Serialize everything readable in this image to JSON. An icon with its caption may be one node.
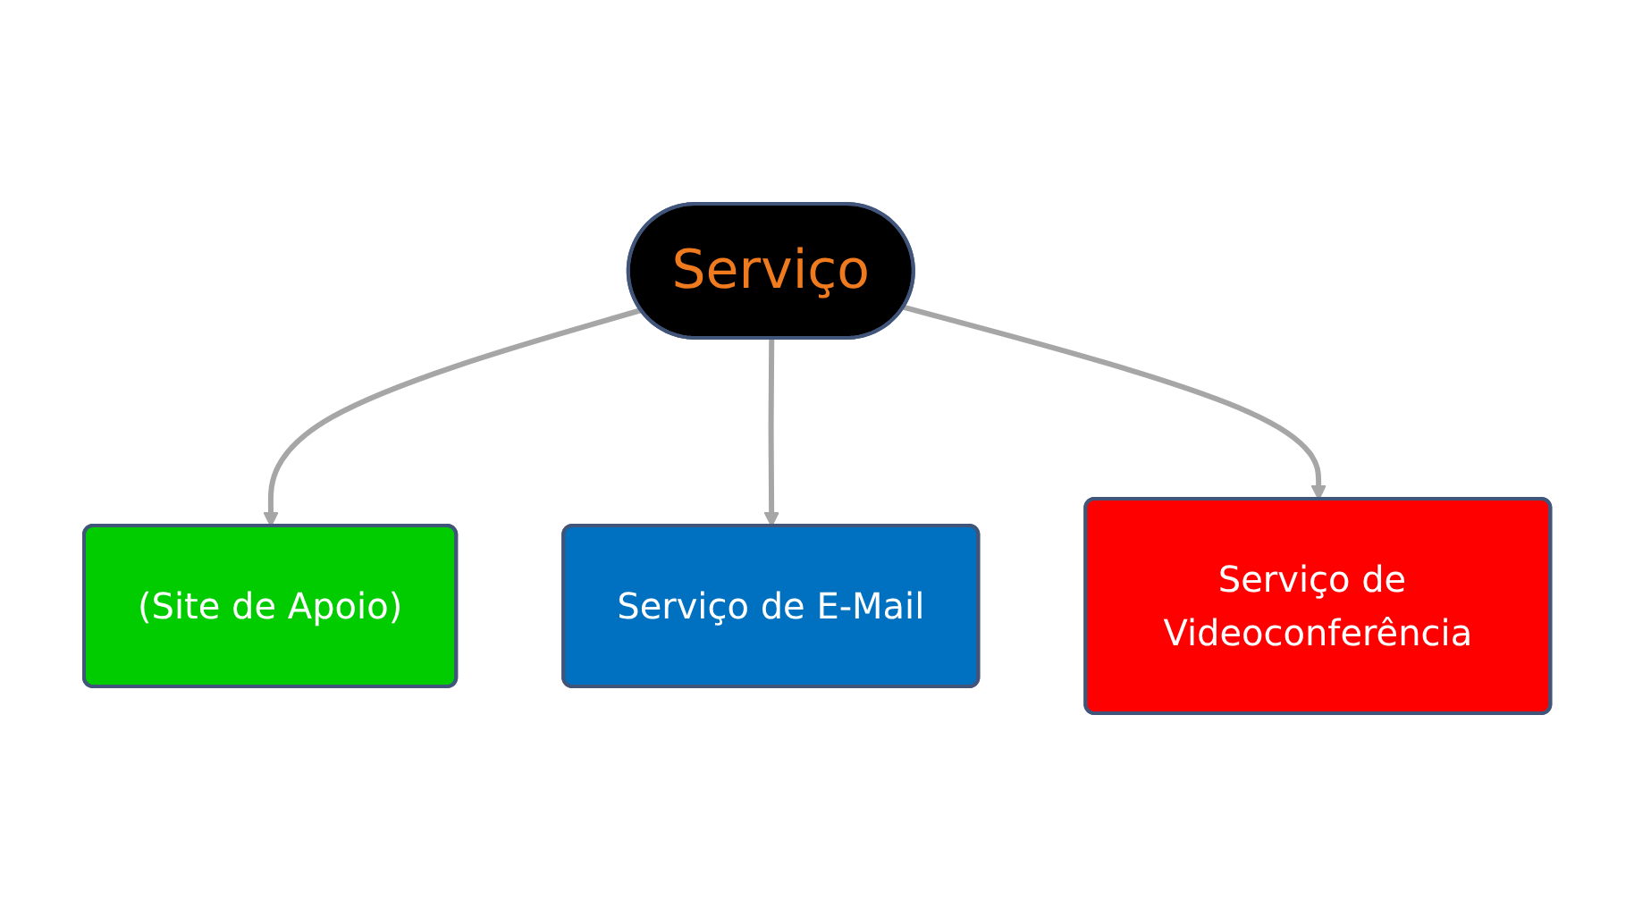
{
  "diagram": {
    "nodes": [
      {
        "text": [
          "Serviço"
        ]
      },
      {
        "text": [
          "(Site de Apoio)"
        ]
      },
      {
        "text": [
          "Serviço de E-Mail"
        ]
      },
      {
        "text": [
          "Serviço de Videoconferência"
        ]
      }
    ],
    "edges": [
      {
        "from": 0,
        "to": 1,
        "arrow": "to"
      },
      {
        "from": 0,
        "to": 2,
        "arrow": "to"
      },
      {
        "from": 0,
        "to": 3,
        "arrow": "to"
      }
    ]
  }
}
